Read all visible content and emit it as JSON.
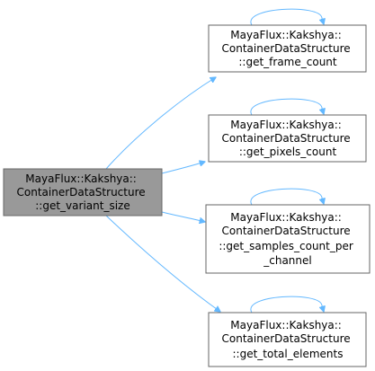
{
  "diagram": {
    "colors": {
      "source_fill": "#999999",
      "target_fill": "#ffffff",
      "border": "#666666",
      "edge": "#63b8ff",
      "text": "#000000"
    },
    "nodes": [
      {
        "id": "get_variant_size",
        "role": "caller",
        "lines": [
          "MayaFlux::Kakshya::",
          "ContainerDataStructure",
          "::get_variant_size"
        ]
      },
      {
        "id": "get_frame_count",
        "role": "callee",
        "lines": [
          "MayaFlux::Kakshya::",
          "ContainerDataStructure",
          "::get_frame_count"
        ]
      },
      {
        "id": "get_pixels_count",
        "role": "callee",
        "lines": [
          "MayaFlux::Kakshya::",
          "ContainerDataStructure",
          "::get_pixels_count"
        ]
      },
      {
        "id": "get_samples_count_per_channel",
        "role": "callee",
        "lines": [
          "MayaFlux::Kakshya::",
          "ContainerDataStructure",
          "::get_samples_count_per",
          "_channel"
        ]
      },
      {
        "id": "get_total_elements",
        "role": "callee",
        "lines": [
          "MayaFlux::Kakshya::",
          "ContainerDataStructure",
          "::get_total_elements"
        ]
      }
    ],
    "edges": [
      {
        "from": "get_variant_size",
        "to": "get_frame_count"
      },
      {
        "from": "get_variant_size",
        "to": "get_pixels_count"
      },
      {
        "from": "get_variant_size",
        "to": "get_samples_count_per_channel"
      },
      {
        "from": "get_variant_size",
        "to": "get_total_elements"
      },
      {
        "from": "get_frame_count",
        "to": "get_frame_count"
      },
      {
        "from": "get_pixels_count",
        "to": "get_pixels_count"
      },
      {
        "from": "get_samples_count_per_channel",
        "to": "get_samples_count_per_channel"
      },
      {
        "from": "get_total_elements",
        "to": "get_total_elements"
      }
    ]
  }
}
